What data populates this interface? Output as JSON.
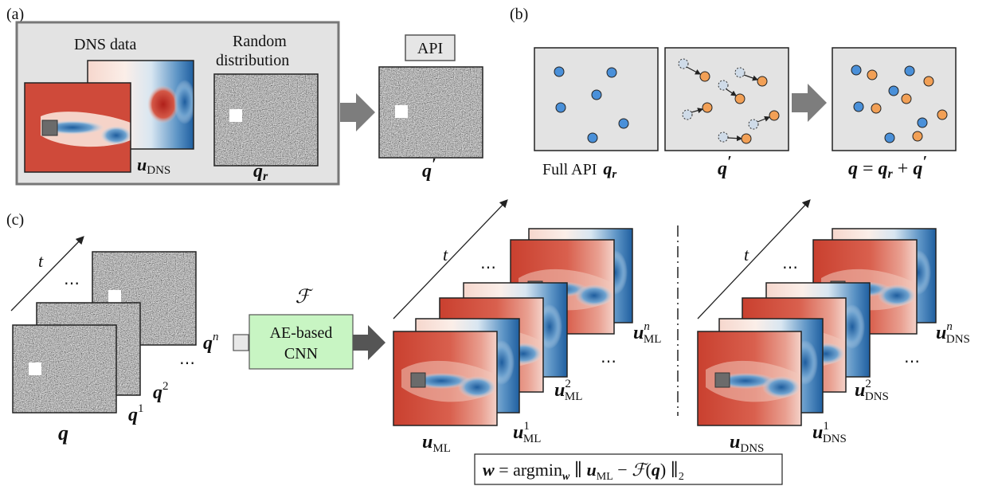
{
  "panels": {
    "a": {
      "label": "(a)",
      "dns_title": "DNS data",
      "random_title_1": "Random",
      "random_title_2": "distribution",
      "api_box": "API",
      "u_dns": {
        "base": "u",
        "sub": "DNS"
      },
      "q_r": {
        "base": "q",
        "sub": "r"
      },
      "q_prime": {
        "base": "q",
        "sup": "′"
      }
    },
    "b": {
      "label": "(b)",
      "full_api": "Full API",
      "q_r": {
        "base": "q",
        "sub": "r"
      },
      "q_prime": {
        "base": "q",
        "sup": "′"
      },
      "equation": {
        "lhs": "q",
        "eq": " = ",
        "t1": "q",
        "t1sub": "r",
        "plus": " + ",
        "t2": "q",
        "t2sup": "′"
      },
      "colors": {
        "blue": "#4a90d9",
        "orange": "#f2a056",
        "pale": "#cfdbe8"
      }
    },
    "c": {
      "label": "(c)",
      "t": "t",
      "dots": "⋯",
      "F": "ℱ",
      "cnn_line1": "AE-based",
      "cnn_line2": "CNN",
      "inputs": {
        "q": "q",
        "q1": "q",
        "q1sup": "1",
        "q2": "q",
        "q2sup": "2",
        "qn": "q",
        "qnsup": "n"
      },
      "ml": {
        "u": "u",
        "sub": "ML",
        "sup1": "1",
        "sup2": "2",
        "supn": "n"
      },
      "dns": {
        "u": "u",
        "sub": "DNS",
        "sup1": "1",
        "sup2": "2",
        "supn": "n"
      },
      "loss": {
        "w": "w",
        "eq": " = argmin",
        "wsub": "w",
        "norm1": " ∥ ",
        "u": "u",
        "usub": "ML",
        "minus": " − ",
        "F": "ℱ",
        "paren_open": "(",
        "q": "q",
        "paren_close": ")",
        "norm2": " ∥",
        "two": "2"
      }
    }
  },
  "colors": {
    "red": "#cf4a3a",
    "blue_deep": "#1f5fa0",
    "panel_bg": "#e3e3e3",
    "cnn_fill": "#c8f5c3",
    "arrow": "#7a7a7a"
  }
}
